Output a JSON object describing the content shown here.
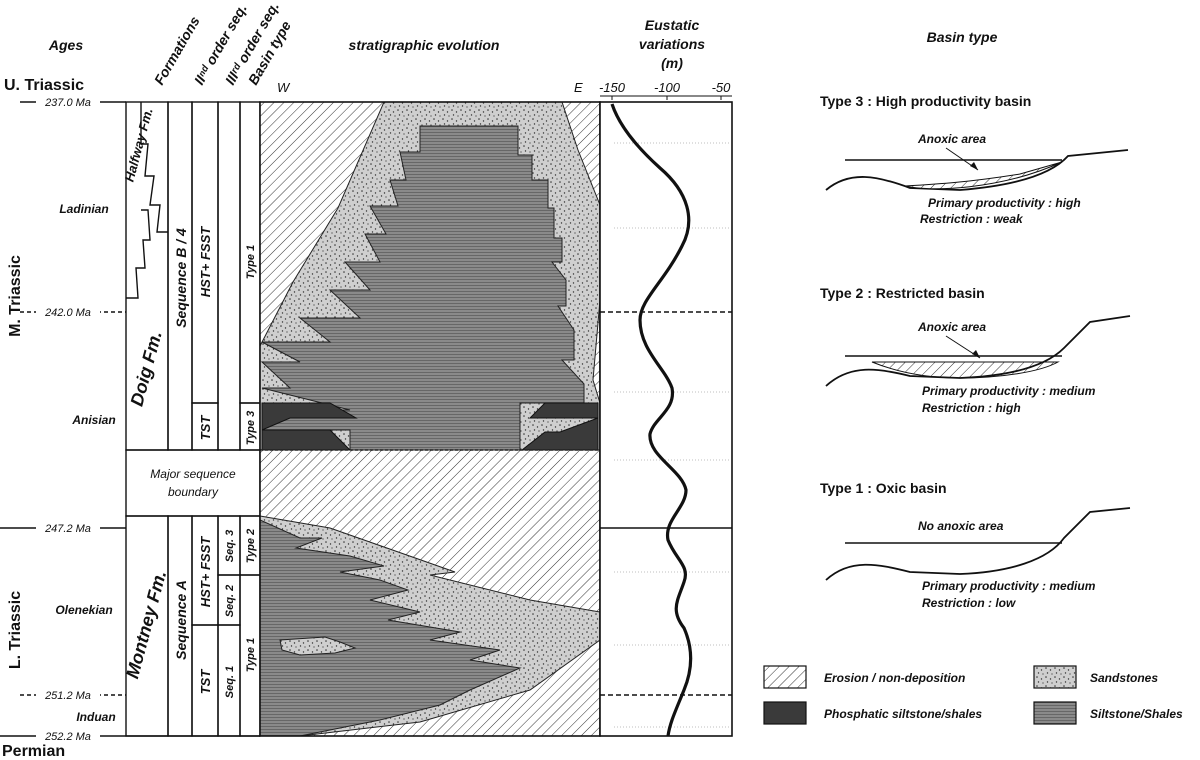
{
  "headers": {
    "ages": "Ages",
    "formations": "Formations",
    "second_order": "IIⁿᵈ order seq.",
    "third_order": "IIIʳᵈ order seq.",
    "basin_type_col": "Basin type",
    "strat": "stratigraphic evolution",
    "eustatic_line1": "Eustatic",
    "eustatic_line2": "variations",
    "eustatic_unit": "(m)",
    "basin_type_panel": "Basin type",
    "west": "W",
    "east": "E"
  },
  "periods": {
    "upper": "U. Triassic",
    "middle": "M. Triassic",
    "lower": "L. Triassic",
    "permian": "Permian"
  },
  "stages": {
    "ladinian": "Ladinian",
    "anisian": "Anisian",
    "olenekian": "Olenekian",
    "induan": "Induan"
  },
  "ages_ma": {
    "a237": "237.0 Ma",
    "a242": "242.0 Ma",
    "a247": "247.2 Ma",
    "a251": "251.2 Ma",
    "a252": "252.2 Ma"
  },
  "formations": {
    "halfway": "Halfway Fm.",
    "doig": "Doig Fm.",
    "montney": "Montney Fm.",
    "boundary_line1": "Major sequence",
    "boundary_line2": "boundary"
  },
  "sequences": {
    "seq_b4": "Sequence B / 4",
    "seq_a": "Sequence A",
    "hst_fsst": "HST+ FSST",
    "tst": "TST",
    "seq1": "Seq. 1",
    "seq2": "Seq. 2",
    "seq3": "Seq. 3",
    "type1": "Type 1",
    "type2": "Type 2",
    "type3": "Type 3"
  },
  "eustatic_ticks": [
    "-150",
    "-100",
    "-50"
  ],
  "basins": {
    "type3_title": "Type 3 : High productivity basin",
    "type3_area": "Anoxic area",
    "type3_prod": "Primary productivity : high",
    "type3_rest": "Restriction : weak",
    "type2_title": "Type 2 : Restricted basin",
    "type2_area": "Anoxic area",
    "type2_prod": "Primary productivity : medium",
    "type2_rest": "Restriction : high",
    "type1_title": "Type 1 : Oxic basin",
    "type1_area": "No anoxic area",
    "type1_prod": "Primary productivity : medium",
    "type1_rest": "Restriction : low"
  },
  "legend": {
    "erosion": "Erosion / non-deposition",
    "sandstones": "Sandstones",
    "phosphatic": "Phosphatic siltstone/shales",
    "siltstone": "Siltstone/Shales"
  },
  "colors": {
    "sand": "#cccccc",
    "silt": "#8a8a8a",
    "phosphatic": "#3a3a3a",
    "line": "#111111"
  }
}
